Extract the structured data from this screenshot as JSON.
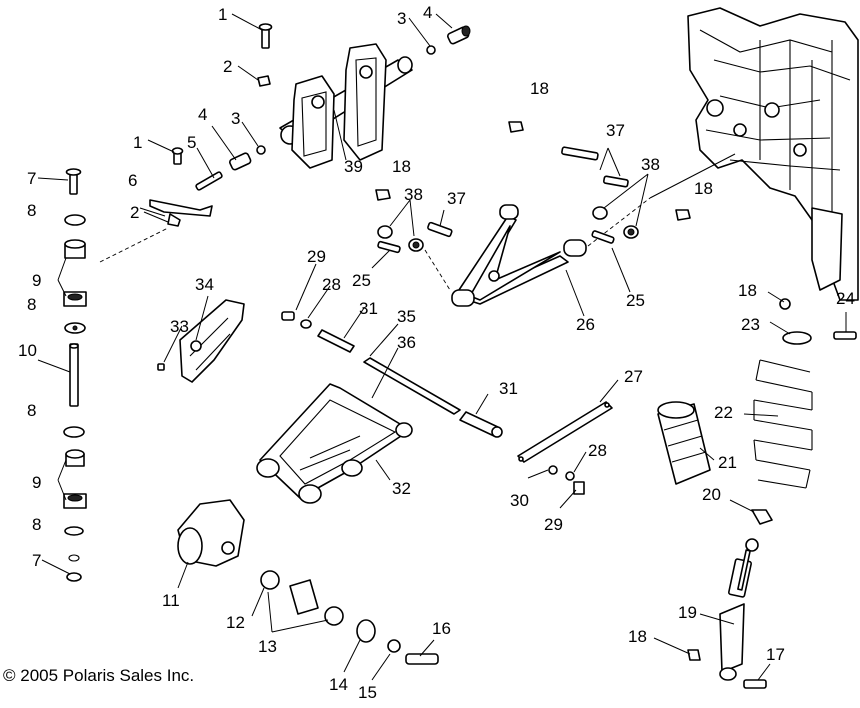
{
  "labels": {
    "l1a": "1",
    "l2a": "2",
    "l3a": "3",
    "l4a": "4",
    "l4b": "4",
    "l3b": "3",
    "l39": "39",
    "l1b": "1",
    "l5": "5",
    "l6": "6",
    "l2b": "2",
    "l7a": "7",
    "l8a": "8",
    "l9a": "9",
    "l8b": "8",
    "l10": "10",
    "l8c": "8",
    "l9b": "9",
    "l8d": "8",
    "l7b": "7",
    "l18a": "18",
    "l37": "37",
    "l38a": "38",
    "l18b": "18",
    "l38b": "38",
    "l37b": "37",
    "l18c": "18",
    "l25a": "25",
    "l25b": "25",
    "l26": "26",
    "l29a": "29",
    "l28a": "28",
    "l34": "34",
    "l33": "33",
    "l31a": "31",
    "l35": "35",
    "l36": "36",
    "l31b": "31",
    "l27": "27",
    "l28b": "28",
    "l30": "30",
    "l29b": "29",
    "l32": "32",
    "l18d": "18",
    "l24": "24",
    "l23": "23",
    "l22": "22",
    "l21": "21",
    "l20": "20",
    "l19": "19",
    "l18e": "18",
    "l17": "17",
    "l11": "11",
    "l12": "12",
    "l13": "13",
    "l14": "14",
    "l15": "15",
    "l16": "16"
  },
  "copyright": "© 2005 Polaris Sales Inc."
}
